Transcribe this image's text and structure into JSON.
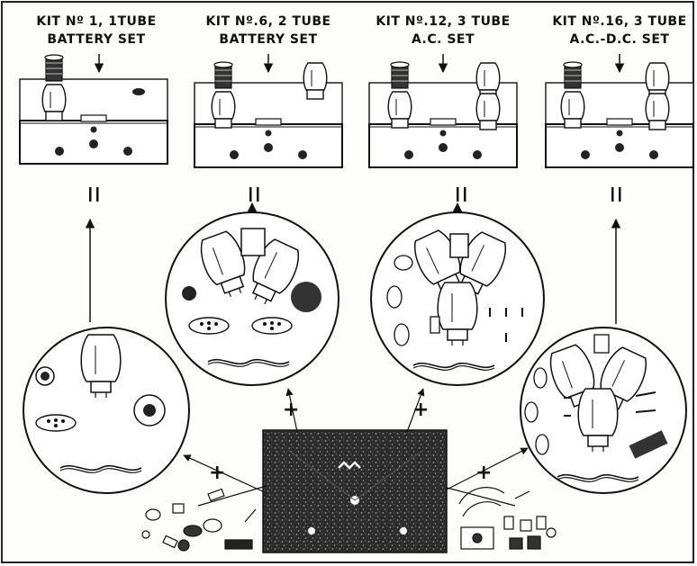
{
  "kits": [
    {
      "line1": "KIT Nº 1, 1TUBE",
      "line2": "BATTERY SET"
    },
    {
      "line1": "KIT Nº.6, 2 TUBE",
      "line2": "BATTERY SET"
    },
    {
      "line1": "KIT Nº.12, 3 TUBE",
      "line2": "A.C. SET"
    },
    {
      "line1": "KIT Nº.16, 3 TUBE",
      "line2": "A.C.-D.C. SET"
    }
  ],
  "symbols": {
    "plus": "+",
    "equals": "="
  },
  "colors": {
    "ink": "#111111",
    "paper": "#fdfdfb",
    "chassis_base": "#3a3a3a"
  }
}
